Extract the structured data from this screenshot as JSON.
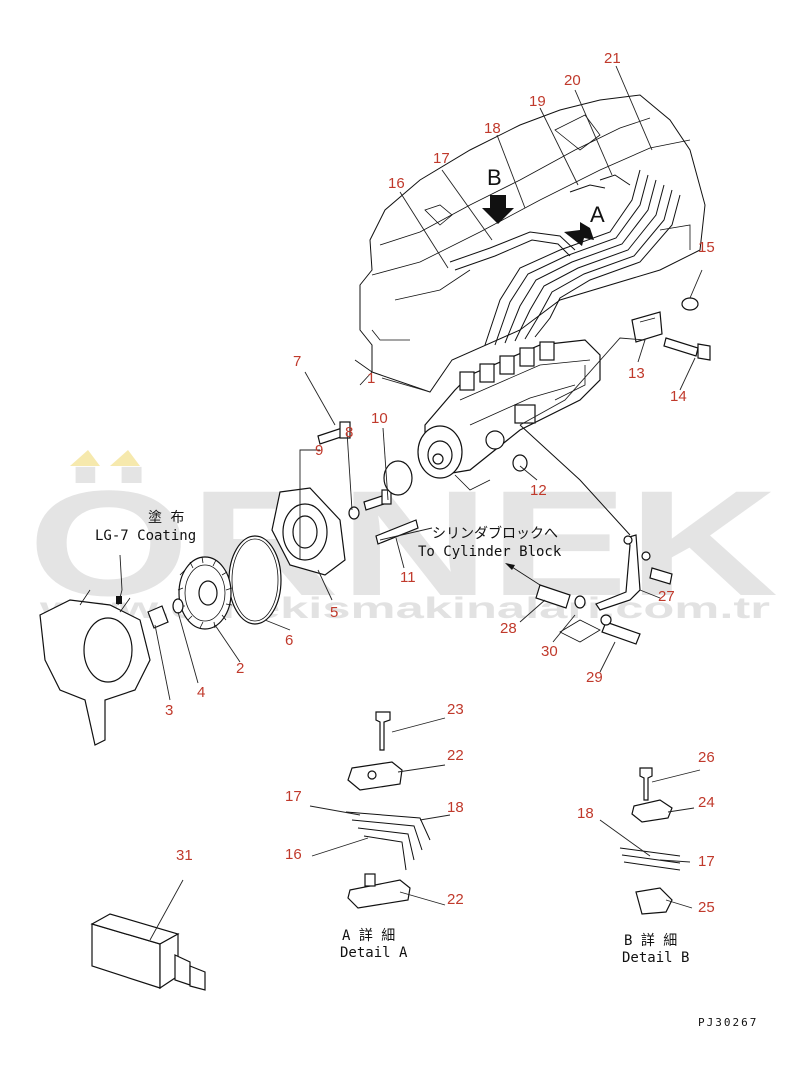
{
  "drawing_code": "PJ30267",
  "notes": {
    "coating_jp": "塗 布",
    "coating_en": "LG-7 Coating",
    "cyl_block_jp": "シリンダブロックへ",
    "cyl_block_en": "To Cylinder Block",
    "detail_a_jp": "A 詳 細",
    "detail_a_en": "Detail A",
    "detail_b_jp": "B 詳 細",
    "detail_b_en": "Detail B",
    "view_a": "A",
    "view_b": "B"
  },
  "watermark": {
    "brand": "ÖRNEK",
    "site": "www.ornekismakinalari.com.tr"
  },
  "colors": {
    "callout": "#c0392b",
    "line": "#111111",
    "watermark": "#cfcfcf",
    "watermark_accent": "#f2e08a"
  },
  "callouts": [
    {
      "n": "1"
    },
    {
      "n": "2"
    },
    {
      "n": "3"
    },
    {
      "n": "4"
    },
    {
      "n": "5"
    },
    {
      "n": "6"
    },
    {
      "n": "7"
    },
    {
      "n": "8"
    },
    {
      "n": "9"
    },
    {
      "n": "10"
    },
    {
      "n": "11"
    },
    {
      "n": "12"
    },
    {
      "n": "13"
    },
    {
      "n": "14"
    },
    {
      "n": "15"
    },
    {
      "n": "16"
    },
    {
      "n": "17"
    },
    {
      "n": "18"
    },
    {
      "n": "19"
    },
    {
      "n": "20"
    },
    {
      "n": "21"
    },
    {
      "n": "22"
    },
    {
      "n": "23"
    },
    {
      "n": "17"
    },
    {
      "n": "18"
    },
    {
      "n": "16"
    },
    {
      "n": "22"
    },
    {
      "n": "26"
    },
    {
      "n": "24"
    },
    {
      "n": "18"
    },
    {
      "n": "17"
    },
    {
      "n": "25"
    },
    {
      "n": "27"
    },
    {
      "n": "28"
    },
    {
      "n": "29"
    },
    {
      "n": "30"
    },
    {
      "n": "31"
    }
  ]
}
